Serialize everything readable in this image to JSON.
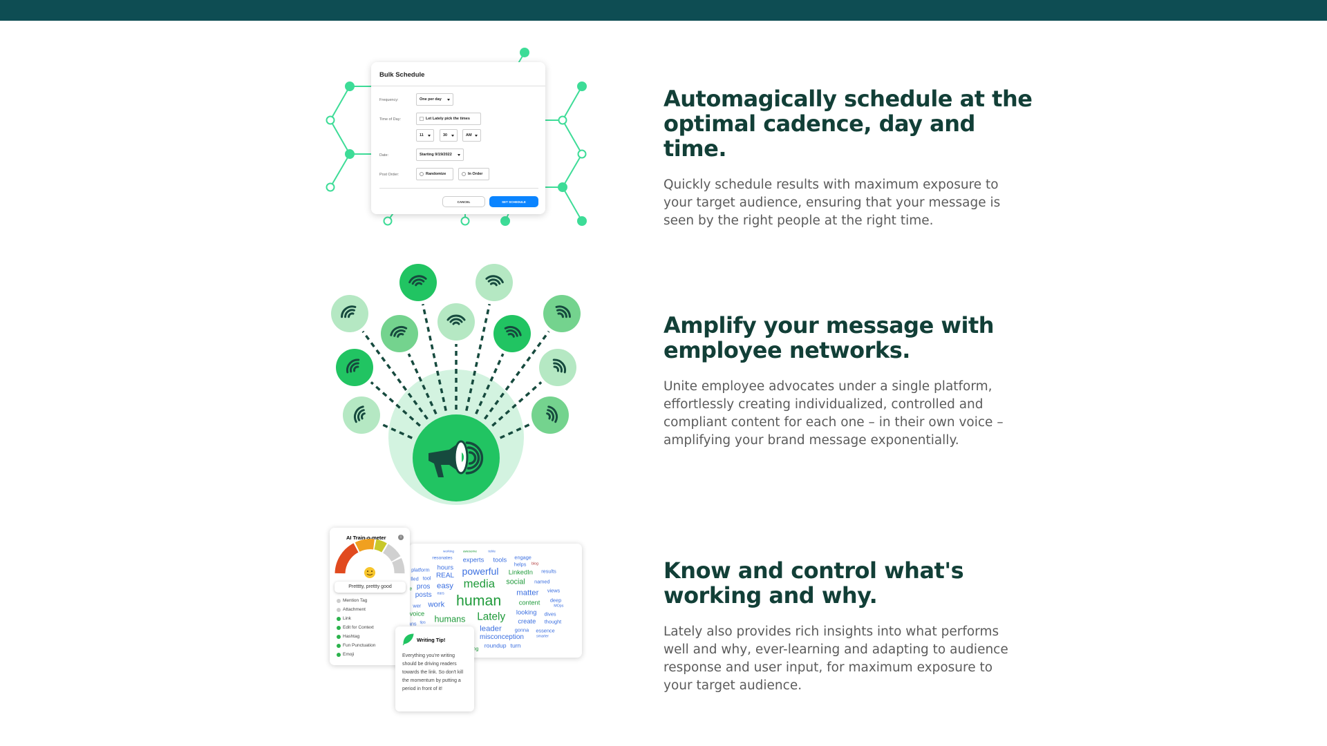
{
  "colors": {
    "banner": "#0e4d53",
    "heading": "#123f37",
    "body": "#5b5b5b",
    "node": "#3ddc97",
    "green_dark": "#21c462",
    "green_mid": "#74d38e",
    "green_light": "#b5e8c3",
    "green_pale": "#d3f3e0",
    "line_dark": "#164a3e",
    "primary_button": "#0a84ff",
    "word_blue": "#3b6fe0",
    "word_green": "#1f9a3a",
    "word_red": "#b03a3a"
  },
  "sections": [
    {
      "heading": "Automagically schedule at the optimal cadence, day and time.",
      "body": "Quickly schedule results with maximum exposure to your target audience, ensuring that your message is seen by the right people at the right time."
    },
    {
      "heading": "Amplify your message with employee networks.",
      "body": "Unite employee advocates under a single platform, effortlessly creating individualized, controlled and compliant content for each one – in their own voice – amplifying your brand message exponentially."
    },
    {
      "heading": "Know and control what's working and why.",
      "body": "Lately also provides rich insights into what performs well and why, ever-learning and adapting to audience response and user input, for maximum exposure to your target audience."
    }
  ],
  "bulk_schedule": {
    "title": "Bulk Schedule",
    "frequency_label": "Frequency:",
    "frequency_value": "One per day",
    "time_label": "Time of Day:",
    "auto_pick_label": "Let Lately pick the times",
    "hour": "11",
    "minute": "30",
    "ampm": "AM",
    "date_label": "Date:",
    "date_value": "Starting 9/19/2022",
    "post_order_label": "Post Order:",
    "randomize": "Randomize",
    "in_order": "In Order",
    "cancel": "CANCEL",
    "set_schedule": "SET SCHEDULE"
  },
  "train_o_meter": {
    "title": "AI Train-o-meter",
    "info_icon": "info-icon",
    "rating": "Pretttty, prettty good",
    "gauge_level": 0.5,
    "checklist": [
      {
        "label": "Mention Tag",
        "done": false
      },
      {
        "label": "Attachment",
        "done": false
      },
      {
        "label": "Link",
        "done": true
      },
      {
        "label": "Edit for Context",
        "done": true
      },
      {
        "label": "Hashtag",
        "done": true
      },
      {
        "label": "Fun Punctuation",
        "done": true
      },
      {
        "label": "Emoji",
        "done": true
      }
    ]
  },
  "word_cloud": {
    "words": [
      "working",
      "awesome",
      "tickle",
      "resonates",
      "experts",
      "tools",
      "engage",
      "helps",
      "blog",
      "platform",
      "hours",
      "powerful",
      "LinkedIn",
      "results",
      "lled",
      "tool",
      "REAL",
      "media",
      "social",
      "named",
      "e",
      "pros",
      "easy",
      "posts",
      "ears",
      "human",
      "matter",
      "views",
      "wer",
      "work",
      "content",
      "deep",
      "MOps",
      "voice",
      "humans",
      "Lately",
      "looking",
      "dives",
      "ans",
      "tips",
      "create",
      "thought",
      "leader",
      "gonna",
      "essence",
      "misconception",
      "smarter",
      "roundup",
      "turn",
      "ng"
    ]
  },
  "writing_tip": {
    "icon": "feather-icon",
    "title": "Writing Tip!",
    "text": "Everything you're writing should be driving readers towards the link. So don't kill the momentum by putting a period in front of it!"
  }
}
